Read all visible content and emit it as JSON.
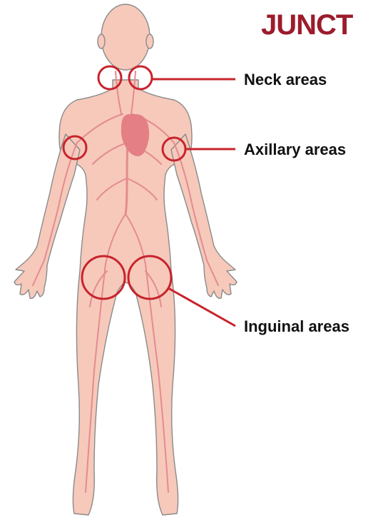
{
  "title": "JUNCT",
  "colors": {
    "accent": "#9b1c2c",
    "marker": "#c8232c",
    "skin": "#f6c9bb",
    "skin_outline": "#8a8a8a",
    "vessel": "#e58b8f",
    "heart": "#e57f86",
    "label": "#111111"
  },
  "labels": {
    "neck": "Neck areas",
    "axillary": "Axillary areas",
    "inguinal": "Inguinal areas"
  }
}
